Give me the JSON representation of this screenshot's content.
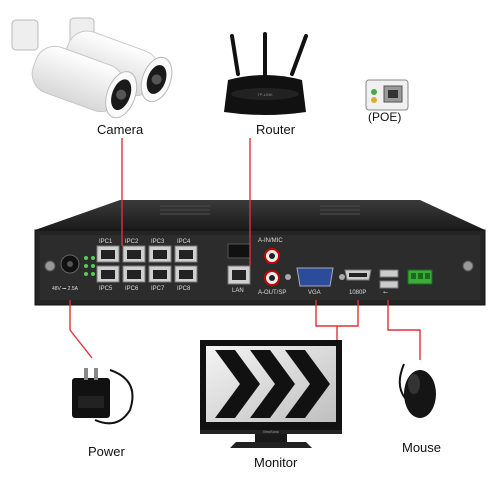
{
  "labels": {
    "camera": "Camera",
    "router": "Router",
    "poe": "(POE)",
    "power": "Power",
    "monitor": "Monitor",
    "mouse": "Mouse"
  },
  "nvr": {
    "ipc_top": [
      "IPC1",
      "IPC2",
      "IPC3",
      "IPC4"
    ],
    "ipc_bottom": [
      "IPC5",
      "IPC6",
      "IPC7",
      "IPC8"
    ],
    "lan": "LAN",
    "audio_in": "A-IN/MIC",
    "audio_out": "A-OUT/SP",
    "vga": "VGA",
    "hdmi": "1080P",
    "usb": "⭠",
    "power_in": "48V ⎓ 2.5A"
  },
  "router_brand": "TP-LINK",
  "monitor_brand": "ViewSonic",
  "colors": {
    "wire": "#e0303a",
    "case": "#1c1c1c",
    "panel": "#2a2a2a"
  }
}
